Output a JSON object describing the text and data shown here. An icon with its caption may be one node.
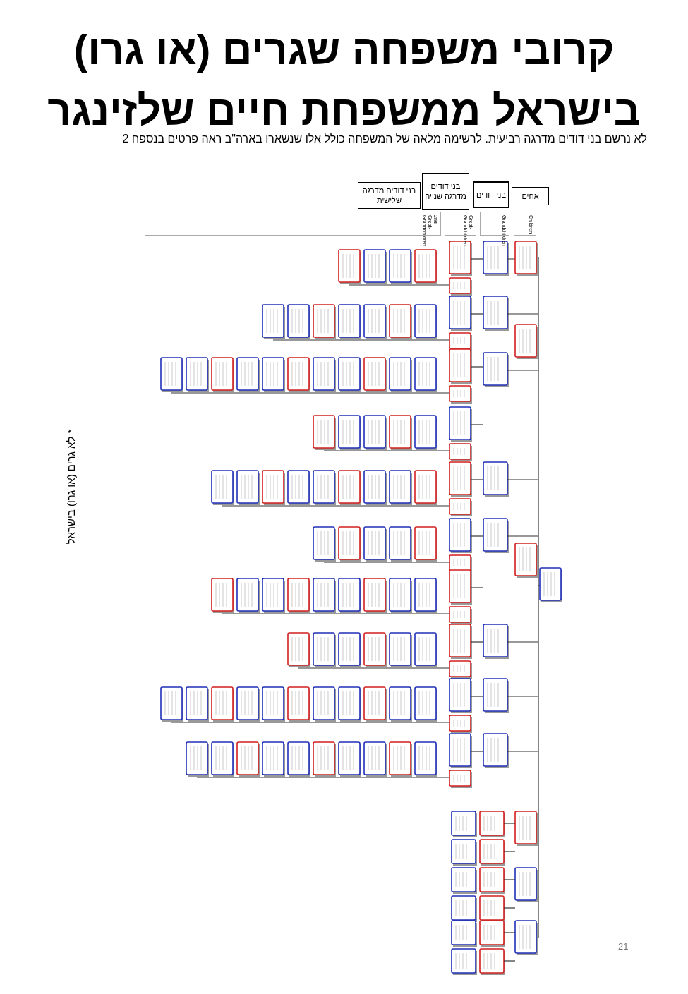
{
  "diagram": {
    "title": "קרובי משפחה שגרים (או גרו) בישראל ממשפחת חיים שלזינגר",
    "nodes": [
      {
        "text": [
          "אחים"
        ]
      },
      {
        "text": [
          "בני דודים"
        ]
      },
      {
        "text": [
          "בני דודים מדרגה שנייה"
        ]
      },
      {
        "text": [
          "בני דודים מדרגה שלישית"
        ]
      },
      {
        "text": [
          "Children"
        ]
      },
      {
        "text": [
          "Grandchildren"
        ]
      },
      {
        "text": [
          "Great-Grandchildren"
        ]
      },
      {
        "text": [
          "2nd Great-Grandchildren"
        ]
      }
    ],
    "labels": [
      "לא נרשם בני דודים מדרגה רביעית. לרשימה מלאה של המשפחה כולל אלו שנשארו בארה\"ב ראה פרטים בנספח 2",
      "* לא גרים (או גרו) בישראל",
      "21"
    ]
  }
}
